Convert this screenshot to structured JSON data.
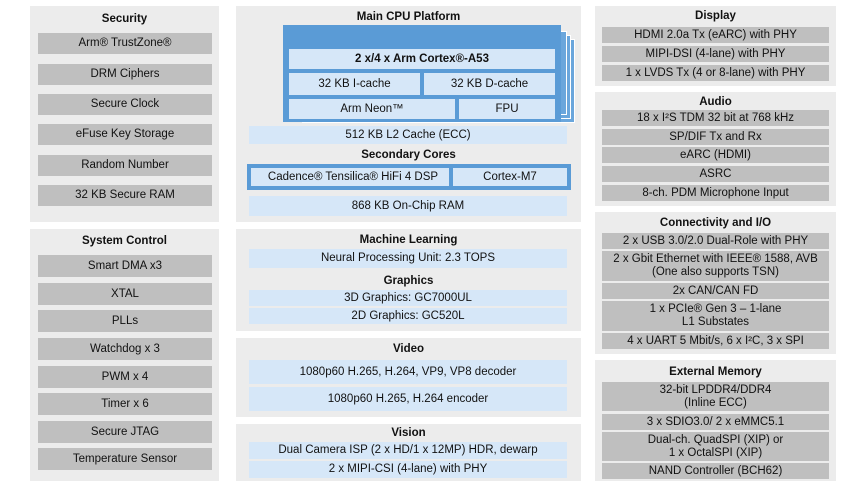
{
  "security": {
    "title": "Security",
    "items": [
      "Arm® TrustZone®",
      "DRM Ciphers",
      "Secure Clock",
      "eFuse Key Storage",
      "Random Number",
      "32 KB Secure RAM"
    ]
  },
  "system_control": {
    "title": "System Control",
    "items": [
      "Smart DMA x3",
      "XTAL",
      "PLLs",
      "Watchdog x 3",
      "PWM x 4",
      "Timer x 6",
      "Secure JTAG",
      "Temperature Sensor"
    ]
  },
  "cpu": {
    "title": "Main CPU Platform",
    "core": "2 x/4 x Arm Cortex®-A53",
    "icache": "32 KB I-cache",
    "dcache": "32 KB D-cache",
    "neon": "Arm Neon™",
    "fpu": "FPU",
    "l2": "512 KB L2 Cache (ECC)",
    "secondary_title": "Secondary Cores",
    "dsp": "Cadence® Tensilica® HiFi 4 DSP",
    "m7": "Cortex-M7",
    "ram": "868 KB On-Chip RAM"
  },
  "ml": {
    "title": "Machine Learning",
    "npu": "Neural Processing Unit: 2.3 TOPS",
    "graphics_title": "Graphics",
    "gfx3d": "3D Graphics: GC7000UL",
    "gfx2d": "2D Graphics: GC520L"
  },
  "video": {
    "title": "Video",
    "decoder": "1080p60 H.265, H.264, VP9, VP8 decoder",
    "encoder": "1080p60 H.265, H.264 encoder"
  },
  "vision": {
    "title": "Vision",
    "isp": "Dual Camera ISP (2 x HD/1 x 12MP) HDR, dewarp",
    "csi": "2 x MIPI-CSI (4-lane) with PHY"
  },
  "display": {
    "title": "Display",
    "items": [
      "HDMI 2.0a Tx (eARC) with PHY",
      "MIPI-DSI (4-lane) with PHY",
      "1 x LVDS Tx (4 or 8-lane) with PHY"
    ]
  },
  "audio": {
    "title": "Audio",
    "items": [
      "18 x I²S TDM 32 bit at 768 kHz",
      "SP/DIF Tx and Rx",
      "eARC (HDMI)",
      "ASRC",
      "8-ch. PDM Microphone Input"
    ]
  },
  "connectivity": {
    "title": "Connectivity and I/O",
    "items": [
      "2 x USB 3.0/2.0 Dual-Role with PHY",
      "2 x Gbit Ethernet with IEEE® 1588, AVB\n(One also supports TSN)",
      "2x CAN/CAN FD",
      "1 x PCIe® Gen 3 – 1-lane\nL1 Substates",
      "4 x UART 5 Mbit/s, 6 x I²C, 3 x SPI"
    ]
  },
  "memory": {
    "title": "External Memory",
    "items": [
      "32-bit LPDDR4/DDR4\n(Inline ECC)",
      "3 x SDIO3.0/ 2 x eMMC5.1",
      "Dual-ch. QuadSPI (XIP) or\n1 x OctalSPI (XIP)",
      "NAND Controller (BCH62)"
    ]
  }
}
